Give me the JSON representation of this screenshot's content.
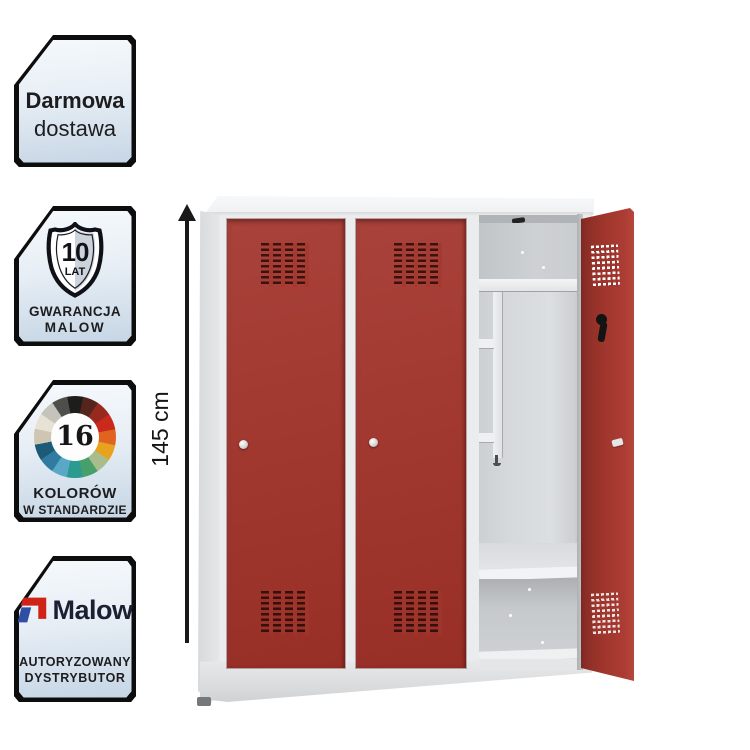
{
  "badges": {
    "free_delivery": {
      "line1": "Darmowa",
      "line2": "dostawa"
    },
    "warranty": {
      "shield_value": "10",
      "shield_unit": "LAT",
      "line1": "GWARANCJA",
      "line2": "MALOW"
    },
    "colors": {
      "count": "16",
      "line1": "KOLORÓW",
      "line2": "W STANDARDZIE",
      "wheel_start_deg": -11,
      "palette": [
        "#1d1d1b",
        "#55251c",
        "#97291f",
        "#c92a1b",
        "#e0641f",
        "#e8a31e",
        "#a8bd8b",
        "#47a06b",
        "#2b9b91",
        "#5aa8c7",
        "#2f7ba1",
        "#1d5a78",
        "#cfc5b3",
        "#e7e2d5",
        "#c4c4bd",
        "#4e4e4a"
      ]
    },
    "distributor": {
      "brand": "Malow",
      "line1": "AUTORYZOWANY",
      "line2": "DYSTRYBUTOR",
      "brand_color": "#1b2133",
      "logo_red": "#d02318",
      "logo_blue": "#2e4fa2"
    }
  },
  "dimension": {
    "label": "145 cm"
  },
  "product": {
    "type": "three-compartment metal wardrobe locker, right door open",
    "door_color": "#a23830",
    "body_color": "#e9ebed"
  }
}
